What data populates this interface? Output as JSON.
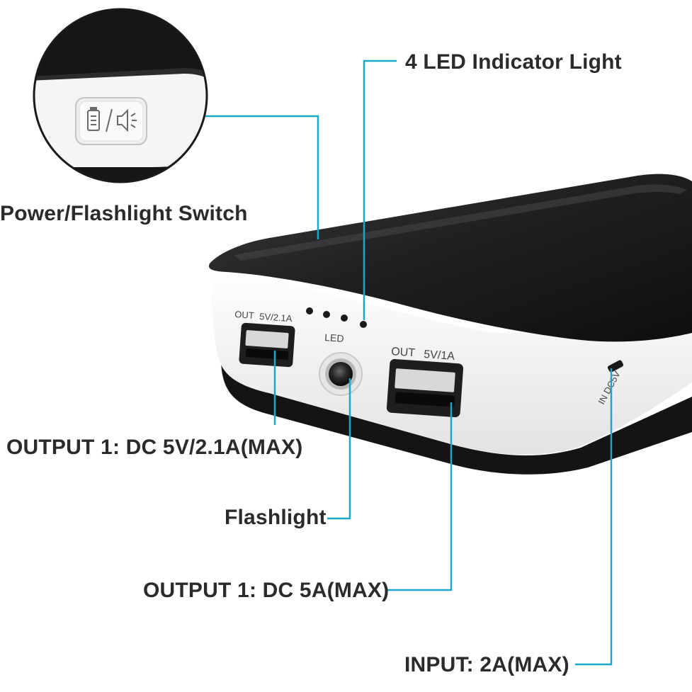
{
  "colors": {
    "leader": "#1ba8c8",
    "text": "#2b2b2b",
    "body_black": "#1c1c1e",
    "body_white": "#f4f4f4"
  },
  "callouts": {
    "led_indicator": "4 LED Indicator Light",
    "power_switch": "Power/Flashlight Switch",
    "output1": "OUTPUT 1: DC 5V/2.1A(MAX)",
    "flashlight": "Flashlight",
    "output2": "OUTPUT 1: DC 5A(MAX)",
    "input": "INPUT: 2A(MAX)"
  },
  "device": {
    "port1_label_out": "OUT",
    "port1_label_spec": "5V/2.1A",
    "led_label": "LED",
    "port2_label_out": "OUT",
    "port2_label_spec": "5V/1A",
    "input_label": "IN DC5V",
    "switch_icon": "battery-speaker-icon",
    "led_count": 4
  }
}
